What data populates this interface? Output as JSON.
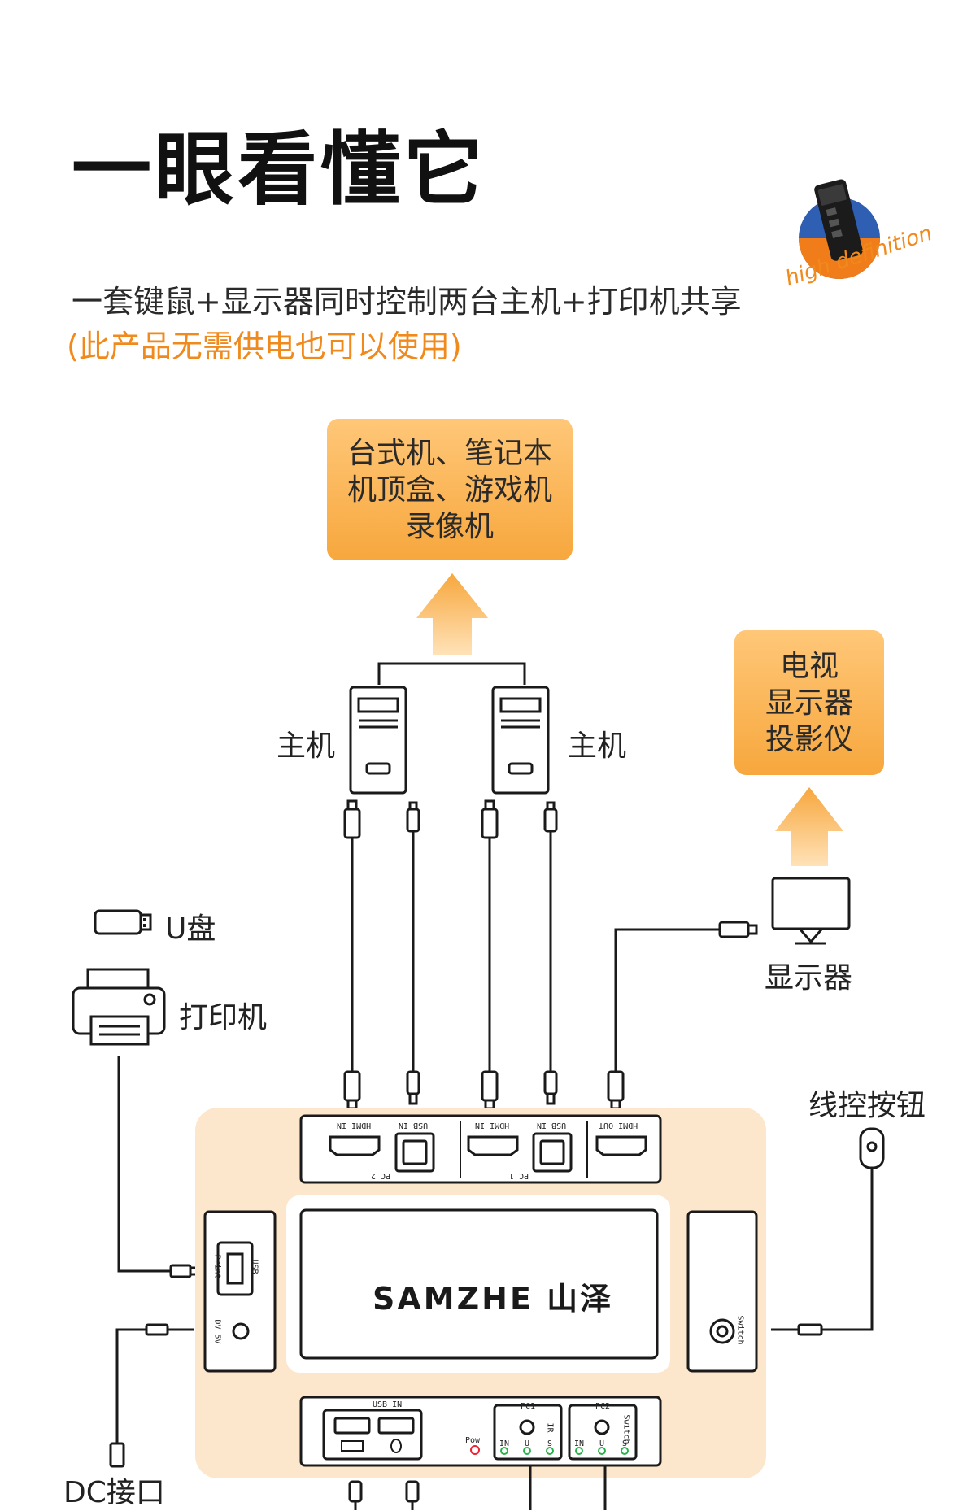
{
  "header": {
    "title": "一眼看懂它",
    "subtitle": "一套键鼠+显示器同时控制两台主机+打印机共享",
    "note": "(此产品无需供电也可以使用)",
    "badge_text": "high definition"
  },
  "boxes": {
    "sources": [
      "台式机、笔记本",
      "机顶盒、游戏机",
      "录像机"
    ],
    "displays": [
      "电视",
      "显示器",
      "投影仪"
    ]
  },
  "labels": {
    "host_left": "主机",
    "host_right": "主机",
    "udisk": "U盘",
    "printer": "打印机",
    "monitor": "显示器",
    "wire_button": "线控按钮",
    "dc_port": "DC接口"
  },
  "device": {
    "brand": "SAMZHE 山泽",
    "top_ports": {
      "pc2_hdmi": "HDMI IN",
      "pc2_usb": "USB IN",
      "pc2_group": "PC 2",
      "pc1_hdmi": "HDMI IN",
      "pc1_usb": "USB IN",
      "pc1_group": "PC 1",
      "hdmi_out": "HDMI OUT"
    },
    "left_ports": {
      "print": "Print",
      "usb": "USB",
      "dc": "DV 5V"
    },
    "right_ports": {
      "switch": "Switch"
    },
    "bottom_ports": {
      "usb_in": "USB IN",
      "pow": "Pow",
      "pc1": "PC1",
      "pc2": "PC2",
      "ir": "IR",
      "switch": "Switch",
      "in": "IN",
      "u": "U",
      "s": "S"
    }
  },
  "colors": {
    "accent": "#f08a1c",
    "box_light": "#ffc778",
    "box_dark": "#f7a73d",
    "panel": "#fde7cc",
    "line": "#1a1a1a"
  }
}
